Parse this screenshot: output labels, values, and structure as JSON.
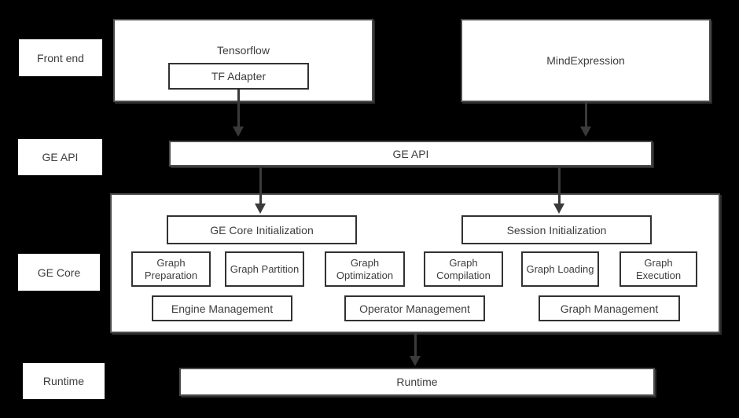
{
  "colors": {
    "background": "#000000",
    "box_fill": "#ffffff",
    "outer_border": "#4b4b4b",
    "inner_border": "#323232",
    "text": "#3d3d3d",
    "arrow": "#3a3a3a"
  },
  "layers": [
    {
      "label": "Front end"
    },
    {
      "label": "GE API"
    },
    {
      "label": "GE Core"
    },
    {
      "label": "Runtime"
    }
  ],
  "front_end": {
    "tensorflow_label": "Tensorflow",
    "tf_adapter_label": "TF Adapter",
    "mind_expression_label": "MindExpression"
  },
  "ge_api": {
    "bar_label": "GE API"
  },
  "ge_core": {
    "init_boxes": [
      {
        "label": "GE Core Initialization"
      },
      {
        "label": "Session Initialization"
      }
    ],
    "modules": [
      {
        "label": "Graph Preparation"
      },
      {
        "label": "Graph Partition"
      },
      {
        "label": "Graph Optimization"
      },
      {
        "label": "Graph Compilation"
      },
      {
        "label": "Graph Loading"
      },
      {
        "label": "Graph Execution"
      }
    ],
    "managers": [
      {
        "label": "Engine Management"
      },
      {
        "label": "Operator Management"
      },
      {
        "label": "Graph Management"
      }
    ]
  },
  "runtime": {
    "bar_label": "Runtime"
  }
}
